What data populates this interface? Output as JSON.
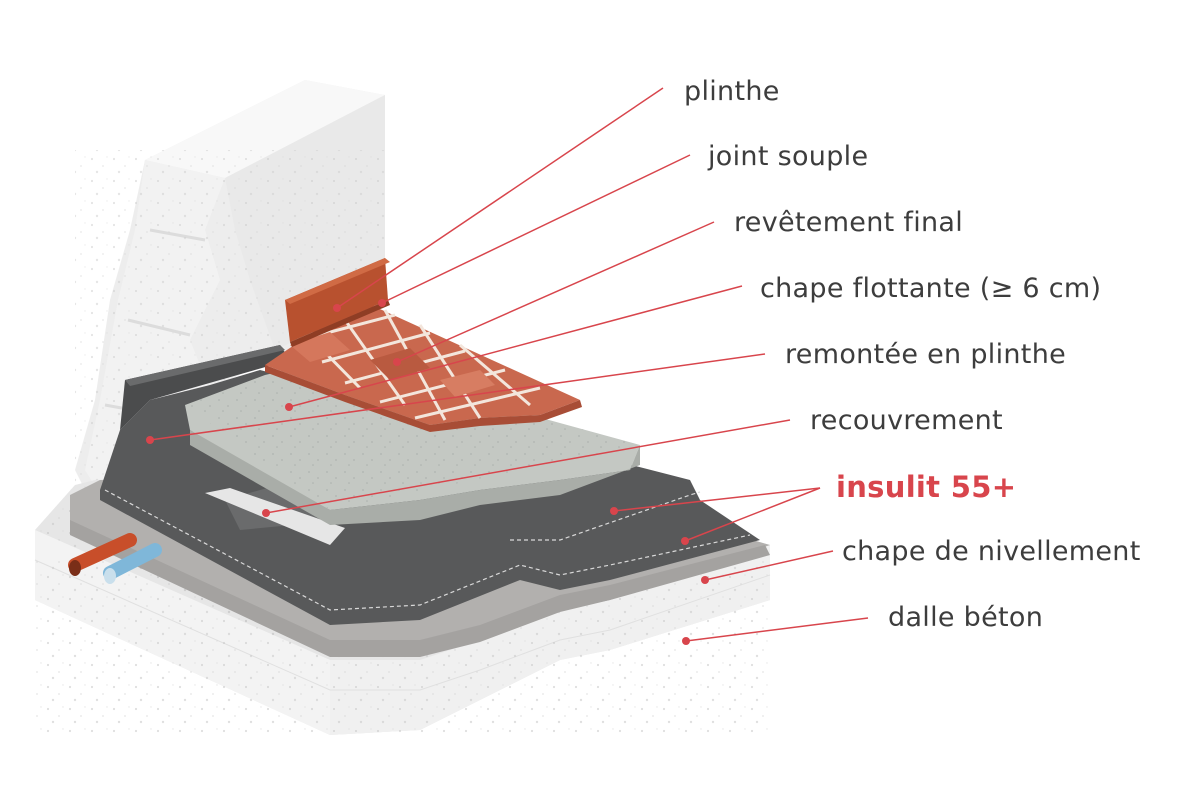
{
  "labels": {
    "plinthe": "plinthe",
    "joint_souple": "joint souple",
    "revetement_final": "revêtement final",
    "chape_flottante": "chape flottante (≥ 6 cm)",
    "remontee_en_plinthe": "remontée en plinthe",
    "recouvrement": "recouvrement",
    "insulit": "insulit 55+",
    "chape_de_nivellement": "chape de nivellement",
    "dalle_beton": "dalle béton"
  },
  "colors": {
    "leader_line": "#d8454c",
    "highlight_text": "#d8454c",
    "label_text": "#3d3d3d",
    "concrete_slab": "#e8e8e8",
    "leveling_screed": "#b4b2b0",
    "membrane": "#555657",
    "floating_screed": "#c3c8c2",
    "tiles": "#c9684e",
    "baseboard": "#b8512f",
    "wall": "#efefef",
    "pipe_red": "#d8552f",
    "pipe_blue": "#7fb7d9"
  }
}
